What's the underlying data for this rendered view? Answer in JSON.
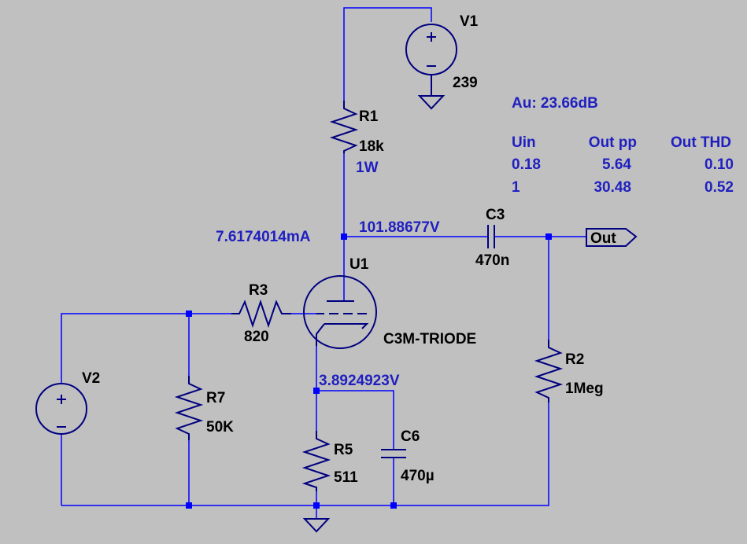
{
  "colors": {
    "background": "#c0c0c0",
    "wire": "#0000ff",
    "component": "#000080",
    "label_text": "#000000",
    "annotation_text": "#2020c0"
  },
  "components": {
    "V1": {
      "name": "V1",
      "value": "239"
    },
    "V2": {
      "name": "V2"
    },
    "R1": {
      "name": "R1",
      "value": "18k",
      "note": "1W"
    },
    "R2": {
      "name": "R2",
      "value": "1Meg"
    },
    "R3": {
      "name": "R3",
      "value": "820"
    },
    "R5": {
      "name": "R5",
      "value": "511"
    },
    "R7": {
      "name": "R7",
      "value": "50K"
    },
    "C3": {
      "name": "C3",
      "value": "470n"
    },
    "C6": {
      "name": "C6",
      "value": "470µ"
    },
    "U1": {
      "name": "U1",
      "model": "C3M-TRIODE"
    }
  },
  "probes": {
    "anode_current": "7.6174014mA",
    "anode_voltage": "101.88677V",
    "cathode_voltage": "3.8924923V"
  },
  "output_label": "Out",
  "gain": "Au: 23.66dB",
  "results_table": {
    "headers": [
      "Uin",
      "Out pp",
      "Out THD"
    ],
    "rows": [
      [
        "0.18",
        "5.64",
        "0.10"
      ],
      [
        "1",
        "30.48",
        "0.52"
      ]
    ]
  }
}
